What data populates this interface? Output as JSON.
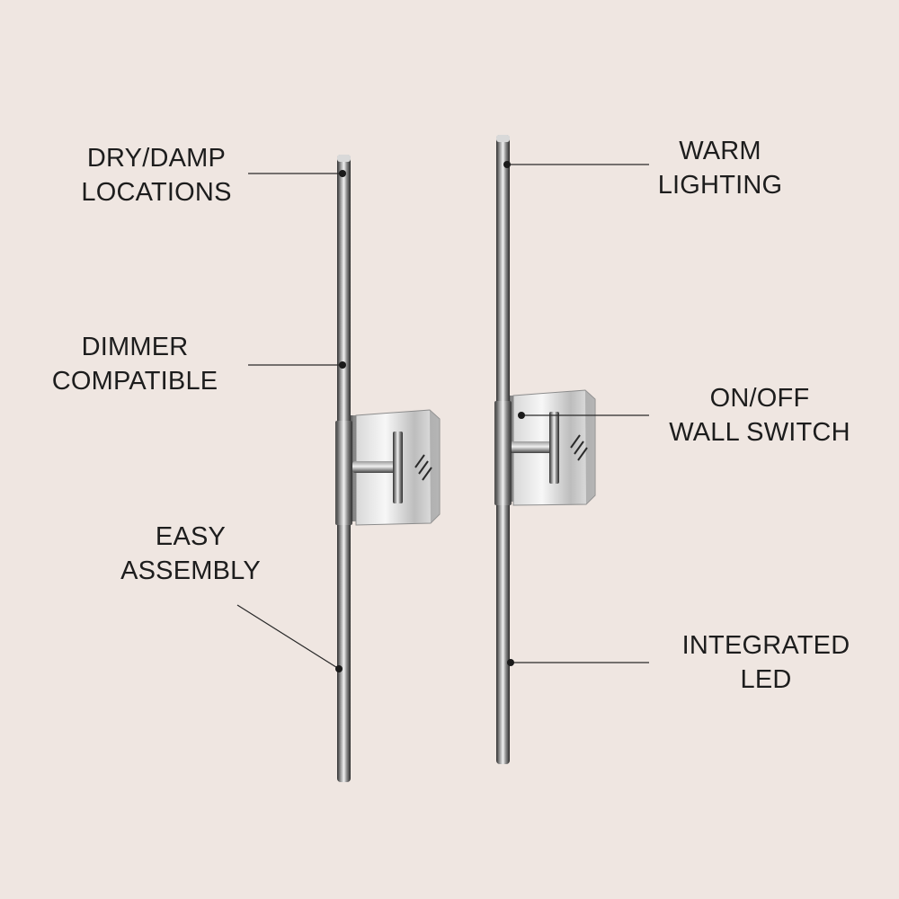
{
  "colors": {
    "background": "#efe6e1",
    "text": "#1d1d1d",
    "leader_line": "#2a2a2a",
    "chrome_dark": "#3a3a3a",
    "chrome_light": "#f4f4f4"
  },
  "callouts": {
    "dry_damp": {
      "line1": "DRY/DAMP",
      "line2": "LOCATIONS"
    },
    "dimmer": {
      "line1": "DIMMER",
      "line2": "COMPATIBLE"
    },
    "assembly": {
      "line1": "EASY",
      "line2": "ASSEMBLY"
    },
    "warm": {
      "line1": "WARM",
      "line2": "LIGHTING"
    },
    "switch": {
      "line1": "ON/OFF",
      "line2": "WALL SWITCH"
    },
    "led": {
      "line1": "INTEGRATED",
      "line2": "LED"
    }
  }
}
